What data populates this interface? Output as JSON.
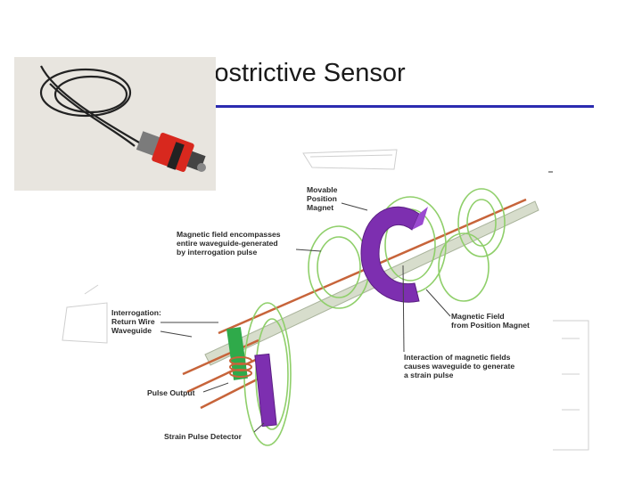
{
  "slide": {
    "title": "netostrictive Sensor",
    "title_rule_color": "#2b2bb0"
  },
  "photo": {
    "description_icon": "sensor-photo",
    "housing_color": "#d8281e"
  },
  "diagram": {
    "labels": {
      "movable_magnet": "Movable\nPosition\nMagnet",
      "magnetic_field": "Magnetic field encompasses\nentire waveguide-generated\nby interrogation pulse",
      "interrogation": "Interrogation:\nReturn Wire\nWaveguide",
      "field_from_magnet": "Magnetic Field\nfrom Position Magnet",
      "interaction": "Interaction of magnetic fields\ncauses waveguide to generate\na strain pulse",
      "pulse_output": "Pulse Output",
      "strain_detector": "Strain Pulse Detector"
    },
    "colors": {
      "magnet": "#7d2fb0",
      "field_lines": "#8fcf6a",
      "waveguide": "#cfd8c4",
      "wire": "#c7643a",
      "pulse_output_coil": "#2faa4a"
    }
  }
}
